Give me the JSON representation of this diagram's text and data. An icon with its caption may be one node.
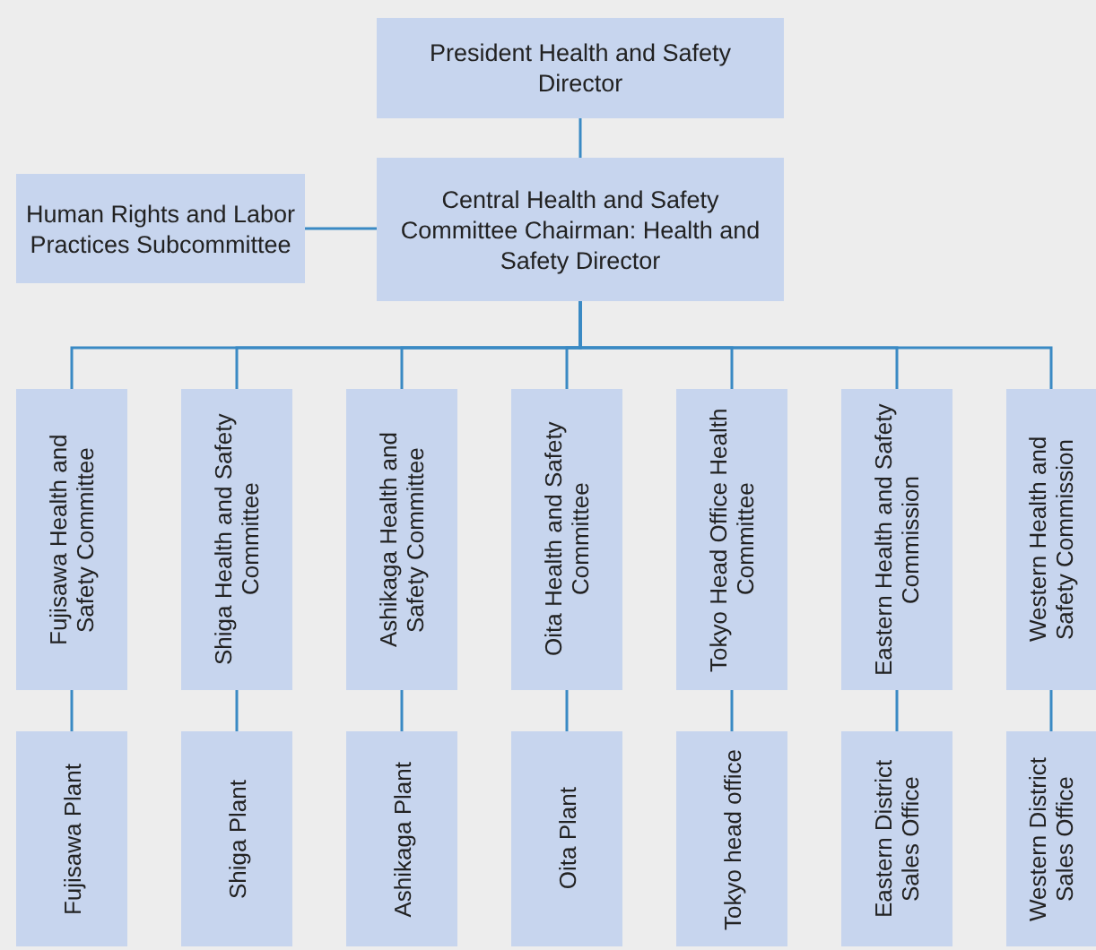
{
  "diagram": {
    "nodes": [
      {
        "text": [
          "President Health and Safety Director"
        ]
      },
      {
        "text": [
          "Central Health and Safety Committee Chairman: Health and Safety Director"
        ]
      },
      {
        "text": [
          "Human Rights and Labor Practices Subcommittee"
        ]
      },
      {
        "text": [
          "Fujisawa Health and Safety Committee"
        ]
      },
      {
        "text": [
          "Shiga Health and Safety Committee"
        ]
      },
      {
        "text": [
          "Ashikaga Health and Safety Committee"
        ]
      },
      {
        "text": [
          "Oita Health and Safety Committee"
        ]
      },
      {
        "text": [
          "Tokyo Head Office Health Committee"
        ]
      },
      {
        "text": [
          "Eastern Health and Safety Commission"
        ]
      },
      {
        "text": [
          "Western Health and Safety Commission"
        ]
      },
      {
        "text": [
          "Fujisawa Plant"
        ]
      },
      {
        "text": [
          "Shiga Plant"
        ]
      },
      {
        "text": [
          "Ashikaga Plant"
        ]
      },
      {
        "text": [
          "Oita Plant"
        ]
      },
      {
        "text": [
          "Tokyo head office"
        ]
      },
      {
        "text": [
          "Eastern District Sales Office"
        ]
      },
      {
        "text": [
          "Western District Sales Office"
        ]
      }
    ],
    "edges": [
      {
        "from": 0,
        "to": 1,
        "arrow": "none"
      },
      {
        "from": 2,
        "to": 1,
        "arrow": "none"
      },
      {
        "from": 1,
        "to": 3,
        "arrow": "none"
      },
      {
        "from": 1,
        "to": 4,
        "arrow": "none"
      },
      {
        "from": 1,
        "to": 5,
        "arrow": "none"
      },
      {
        "from": 1,
        "to": 6,
        "arrow": "none"
      },
      {
        "from": 1,
        "to": 7,
        "arrow": "none"
      },
      {
        "from": 1,
        "to": 8,
        "arrow": "none"
      },
      {
        "from": 1,
        "to": 9,
        "arrow": "none"
      },
      {
        "from": 3,
        "to": 10,
        "arrow": "none"
      },
      {
        "from": 4,
        "to": 11,
        "arrow": "none"
      },
      {
        "from": 5,
        "to": 12,
        "arrow": "none"
      },
      {
        "from": 6,
        "to": 13,
        "arrow": "none"
      },
      {
        "from": 7,
        "to": 14,
        "arrow": "none"
      },
      {
        "from": 8,
        "to": 15,
        "arrow": "none"
      },
      {
        "from": 9,
        "to": 16,
        "arrow": "none"
      }
    ]
  }
}
